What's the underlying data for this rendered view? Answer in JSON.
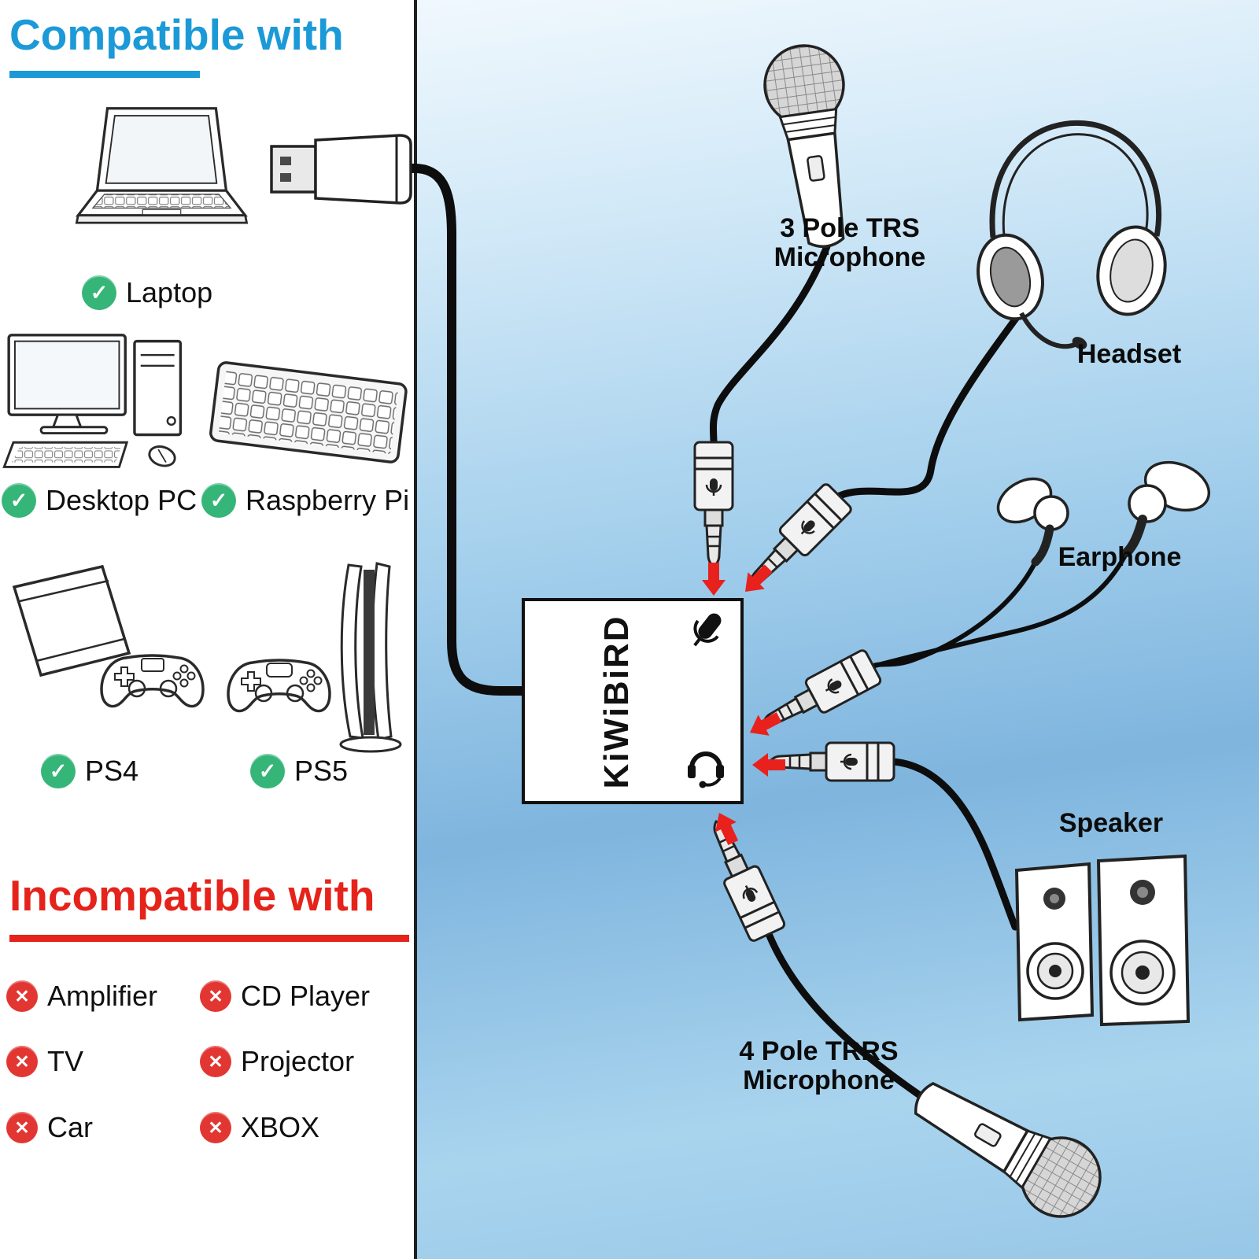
{
  "colors": {
    "compatible_blue": "#1b9ad7",
    "incompatible_red": "#e5231b",
    "check_green": "#35b578",
    "cross_red": "#e23632",
    "arrow_red": "#e8211d",
    "cable_black": "#0d0d0d",
    "background_blue": "#7fb5de"
  },
  "icons": {
    "check": "✓",
    "cross": "✕"
  },
  "left_panel": {
    "compatible_title": "Compatible with",
    "compatible_items": [
      {
        "label": "Laptop",
        "icon": "laptop"
      },
      {
        "label": "Desktop PC",
        "icon": "desktop-pc"
      },
      {
        "label": "Raspberry Pi",
        "icon": "raspberry-pi-keyboard"
      },
      {
        "label": "PS4",
        "icon": "ps4-console-and-controller"
      },
      {
        "label": "PS5",
        "icon": "ps5-console-and-controller"
      }
    ],
    "incompatible_title": "Incompatible with",
    "incompatible_items": [
      {
        "label": "Amplifier"
      },
      {
        "label": "CD Player"
      },
      {
        "label": "TV"
      },
      {
        "label": "Projector"
      },
      {
        "label": "Car"
      },
      {
        "label": "XBOX"
      }
    ]
  },
  "diagram": {
    "adapter_brand": "KiWiBiRD",
    "adapter_ports": [
      "microphone-in",
      "headphone-out"
    ],
    "connection": "usb-plug-to-adapter",
    "labels": {
      "mic3_line1": "3 Pole TRS",
      "mic3_line2": "Microphone",
      "headset": "Headset",
      "earphone": "Earphone",
      "speaker": "Speaker",
      "mic4_line1": "4 Pole TRRS",
      "mic4_line2": "Microphone"
    }
  }
}
